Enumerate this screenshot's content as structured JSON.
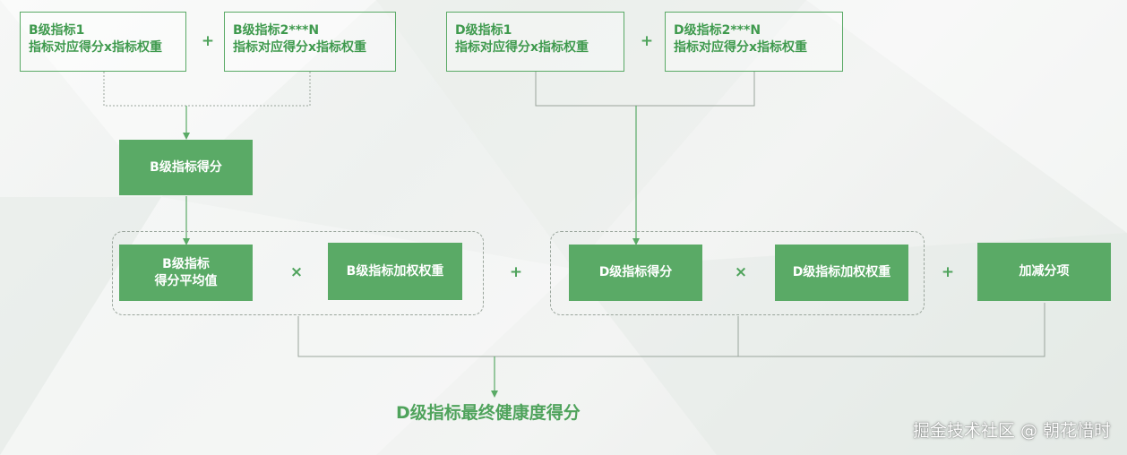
{
  "top_boxes": [
    {
      "line1": "B级指标1",
      "line2": "指标对应得分x指标权重"
    },
    {
      "line1": "B级指标2***N",
      "line2": "指标对应得分x指标权重"
    },
    {
      "line1": "D级指标1",
      "line2": "指标对应得分x指标权重"
    },
    {
      "line1": "D级指标2***N",
      "line2": "指标对应得分x指标权重"
    }
  ],
  "b_score_box": "B级指标得分",
  "b_avg_box": {
    "line1": "B级指标",
    "line2": "得分平均值"
  },
  "b_weight_box": "B级指标加权权重",
  "d_score_box": "D级指标得分",
  "d_weight_box": "D级指标加权权重",
  "adjust_box": "加减分项",
  "operators": {
    "plus": "+",
    "times": "×"
  },
  "result_label": "D级指标最终健康度得分",
  "watermark": "掘金技术社区 @ 朝花惜时",
  "colors": {
    "green": "#5aaa66",
    "text_green": "#4fa35c"
  }
}
